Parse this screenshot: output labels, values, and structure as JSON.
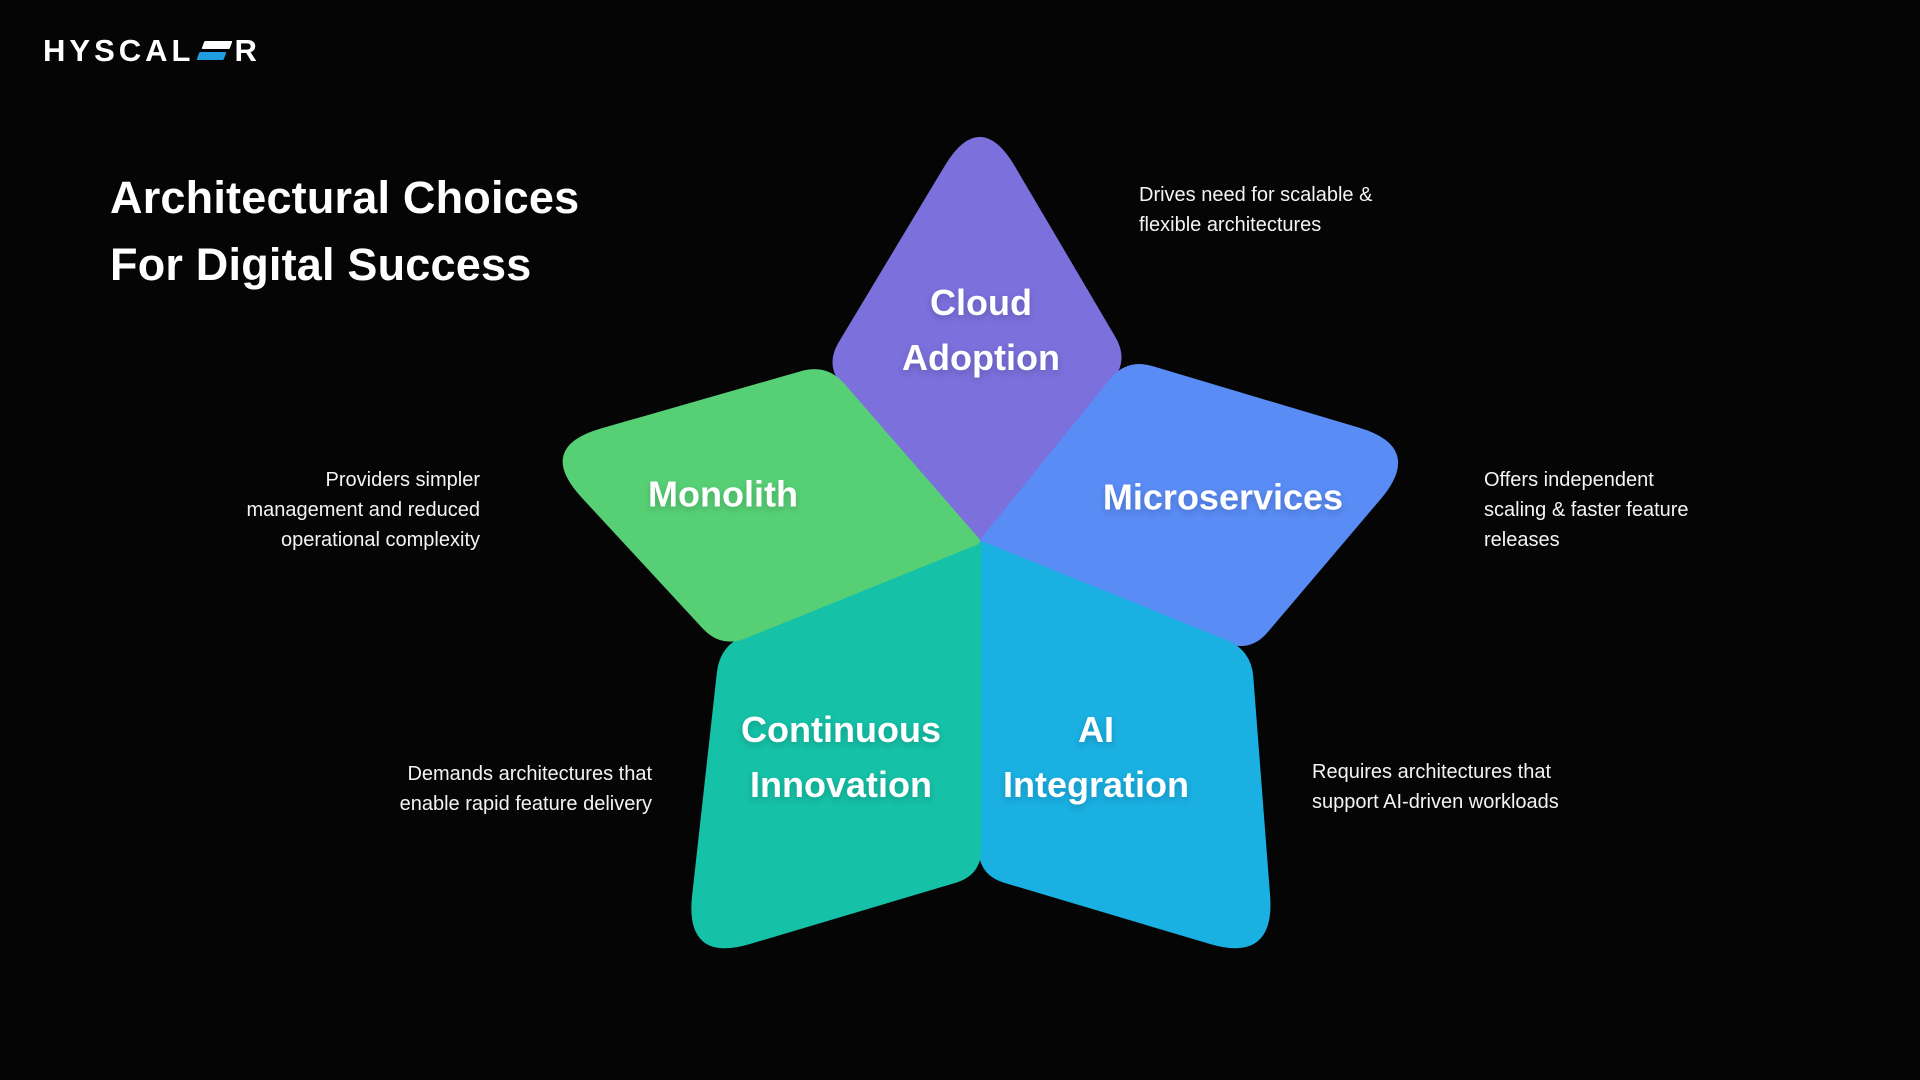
{
  "logo": {
    "text_left": "HYSCAL",
    "text_right": "R",
    "accent_color": "#1f9de0"
  },
  "title": "Architectural Choices\nFor Digital Success",
  "segments": [
    {
      "id": "cloud-adoption",
      "label": "Cloud\nAdoption",
      "color": "#7b70dc",
      "description": "Drives need for scalable &\nflexible architectures"
    },
    {
      "id": "microservices",
      "label": "Microservices",
      "color": "#5a8cf6",
      "description": "Offers independent\nscaling & faster feature\nreleases"
    },
    {
      "id": "ai-integration",
      "label": "AI\nIntegration",
      "color": "#1ab0e2",
      "description": "Requires architectures that\nsupport AI-driven workloads"
    },
    {
      "id": "continuous-innovation",
      "label": "Continuous\nInnovation",
      "color": "#15c1a7",
      "description": "Demands architectures that\nenable rapid feature delivery"
    },
    {
      "id": "monolith",
      "label": "Monolith",
      "color": "#57d075",
      "description": "Providers simpler\nmanagement and reduced\noperational complexity"
    }
  ]
}
